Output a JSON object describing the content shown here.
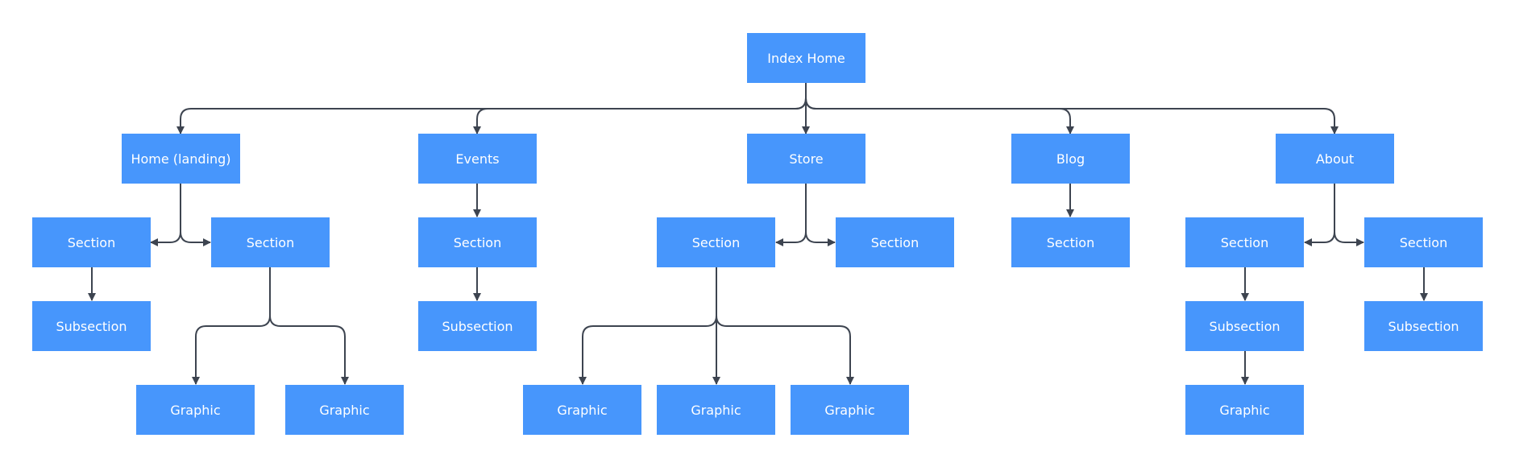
{
  "colors": {
    "node_fill": "#4796fc",
    "node_text": "#ffffff",
    "connector": "#3d4450"
  },
  "nodes": {
    "index_home": "Index Home",
    "home_landing": "Home (landing)",
    "events": "Events",
    "store": "Store",
    "blog": "Blog",
    "about": "About",
    "home_section_1": "Section",
    "home_section_2": "Section",
    "home_subsection": "Subsection",
    "home_graphic_1": "Graphic",
    "home_graphic_2": "Graphic",
    "events_section": "Section",
    "events_subsection": "Subsection",
    "store_section_1": "Section",
    "store_section_2": "Section",
    "store_graphic_1": "Graphic",
    "store_graphic_2": "Graphic",
    "store_graphic_3": "Graphic",
    "blog_section": "Section",
    "about_section_1": "Section",
    "about_section_2": "Section",
    "about_subsection_1": "Subsection",
    "about_subsection_2": "Subsection",
    "about_graphic": "Graphic"
  }
}
